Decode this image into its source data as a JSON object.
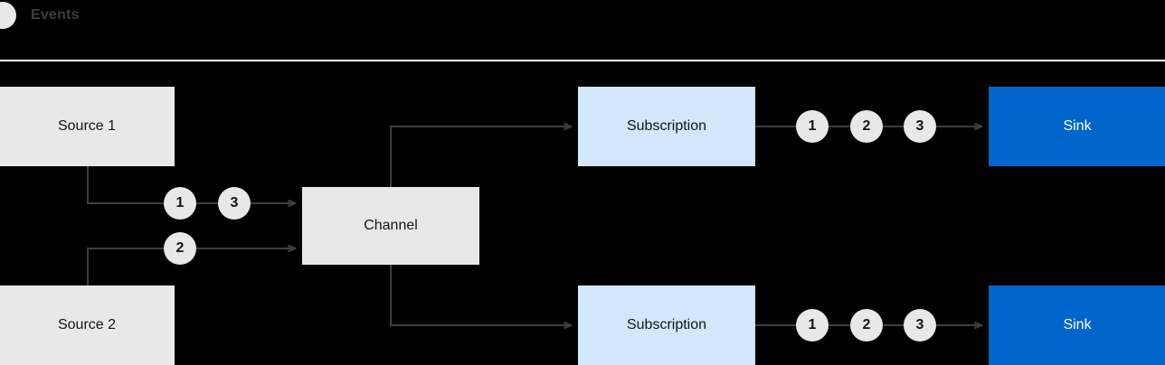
{
  "legend": {
    "icon": "event-dot-icon",
    "label": "Events"
  },
  "diagram": {
    "title": "",
    "nodes": {
      "source1": "Source 1",
      "source2": "Source 2",
      "channel": "Channel",
      "subscription1": "Subscription",
      "subscription2": "Subscription",
      "sink1": "Sink",
      "sink2": "Sink"
    },
    "tokens": {
      "source1_out": [
        "1",
        "3"
      ],
      "source2_out": [
        "2"
      ],
      "subscription1_out": [
        "1",
        "2",
        "3"
      ],
      "subscription2_out": [
        "1",
        "2",
        "3"
      ]
    }
  },
  "colors": {
    "background": "#000000",
    "grey_box": "#e8e8e8",
    "light_blue_box": "#d2e7fb",
    "blue_box": "#0066cc",
    "line": "#3c3f42",
    "rule": "#ffffff",
    "legend_text": "#3c3f42",
    "dark_text": "#151515",
    "light_text": "#ffffff"
  }
}
